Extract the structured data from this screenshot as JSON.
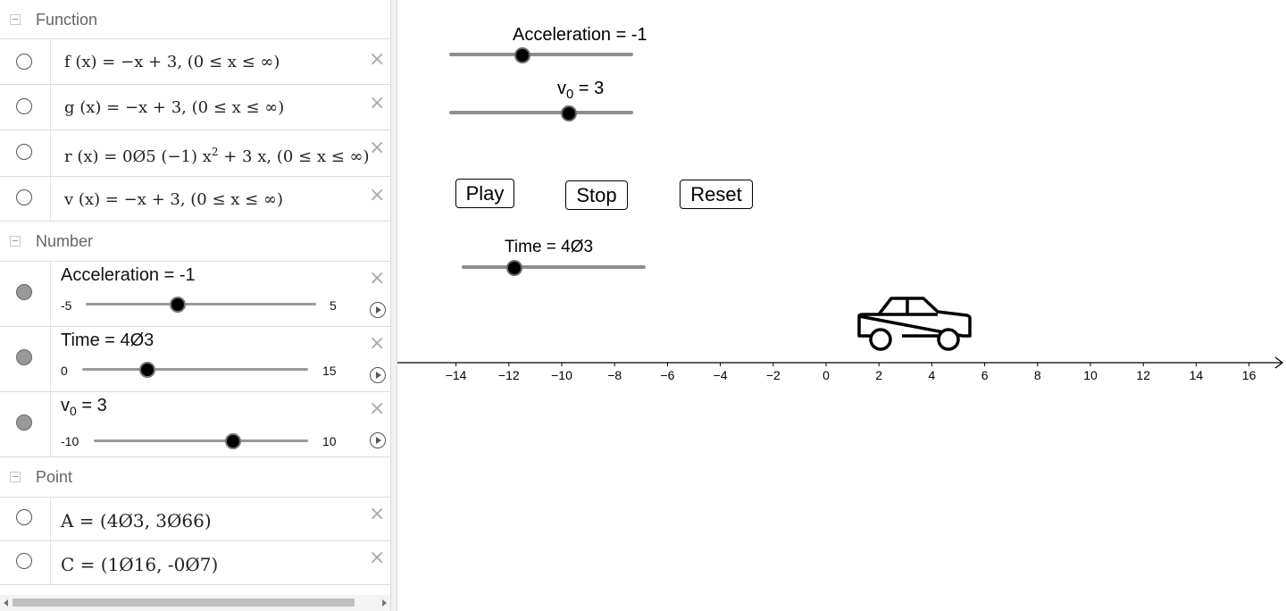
{
  "algebra": {
    "groups": {
      "function": "Function",
      "number": "Number",
      "point": "Point"
    },
    "functions": [
      {
        "name": "f",
        "expr": "f (x)  =  −x + 3,     (0 ≤ x ≤ ∞)"
      },
      {
        "name": "g",
        "expr": "g (x)  =  −x + 3,     (0 ≤ x ≤ ∞)"
      },
      {
        "name": "r",
        "expr_pre": "r (x)  =  0Ø5  (−1)  x",
        "expr_sup": "2",
        "expr_post": " + 3 x,     (0 ≤ x ≤ ∞)"
      },
      {
        "name": "v",
        "expr": "v (x)  =  −x + 3,     (0 ≤ x ≤ ∞)"
      }
    ],
    "numbers": [
      {
        "label": "Acceleration = -1",
        "min": "-5",
        "max": "5",
        "value": -1,
        "min_v": -5,
        "max_v": 5
      },
      {
        "label": "Time = 4Ø3",
        "min": "0",
        "max": "15",
        "value": 4.3,
        "min_v": 0,
        "max_v": 15
      },
      {
        "label_main": "v",
        "label_sub": "0",
        "label_rest": " = 3",
        "min": "-10",
        "max": "10",
        "value": 3,
        "min_v": -10,
        "max_v": 10
      }
    ],
    "points": [
      {
        "expr": "A = (4Ø3, 3Ø66)"
      },
      {
        "expr": "C = (1Ø16, -0Ø7)"
      }
    ],
    "close_glyph": "×"
  },
  "graphics": {
    "sliders": {
      "acceleration": {
        "label": "Acceleration = -1",
        "value": -1,
        "min": -5,
        "max": 5
      },
      "v0": {
        "label_main": "v",
        "label_sub": "0",
        "label_rest": " = 3",
        "value": 3,
        "min": -10,
        "max": 10
      },
      "time": {
        "label": "Time = 4Ø3",
        "value": 4.3,
        "min": 0,
        "max": 15
      }
    },
    "buttons": {
      "play": "Play",
      "stop": "Stop",
      "reset": "Reset"
    },
    "axis": {
      "tick_labels": [
        "−14",
        "−12",
        "−10",
        "−8",
        "−6",
        "−4",
        "−2",
        "0",
        "2",
        "4",
        "6",
        "8",
        "10",
        "12",
        "14",
        "16"
      ],
      "tick_values": [
        -14,
        -12,
        -10,
        -8,
        -6,
        -4,
        -2,
        0,
        2,
        4,
        6,
        8,
        10,
        12,
        14,
        16
      ]
    },
    "car_icon": "car-icon"
  }
}
